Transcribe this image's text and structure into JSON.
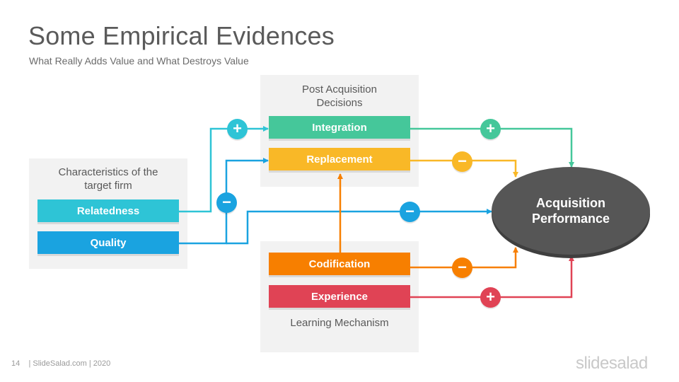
{
  "header": {
    "title": "Some Empirical Evidences",
    "subtitle": "What Really Adds Value and What Destroys Value"
  },
  "panels": {
    "target_firm": {
      "label": "Characteristics of the target firm"
    },
    "post_acquisition": {
      "label": "Post Acquisition Decisions"
    },
    "learning": {
      "label": "Learning Mechanism"
    }
  },
  "nodes": {
    "relatedness": "Relatedness",
    "quality": "Quality",
    "integration": "Integration",
    "replacement": "Replacement",
    "codification": "Codification",
    "experience": "Experience",
    "performance": "Acquisition Performance"
  },
  "signs": {
    "relatedness_to_integration": "+",
    "quality_to_replacement": "−",
    "quality_to_performance": "−",
    "integration_to_performance": "+",
    "replacement_to_performance": "−",
    "codification_to_performance": "−",
    "experience_to_performance": "+"
  },
  "colors": {
    "teal": "#2ec4d6",
    "blue": "#1aa3e0",
    "green": "#45c79a",
    "yellow": "#f9b827",
    "orange": "#f77f00",
    "red": "#e04355",
    "dark": "#565656"
  },
  "footer": {
    "page": "14",
    "credit": "| SlideSalad.com | 2020",
    "brand": "slidesalad"
  }
}
